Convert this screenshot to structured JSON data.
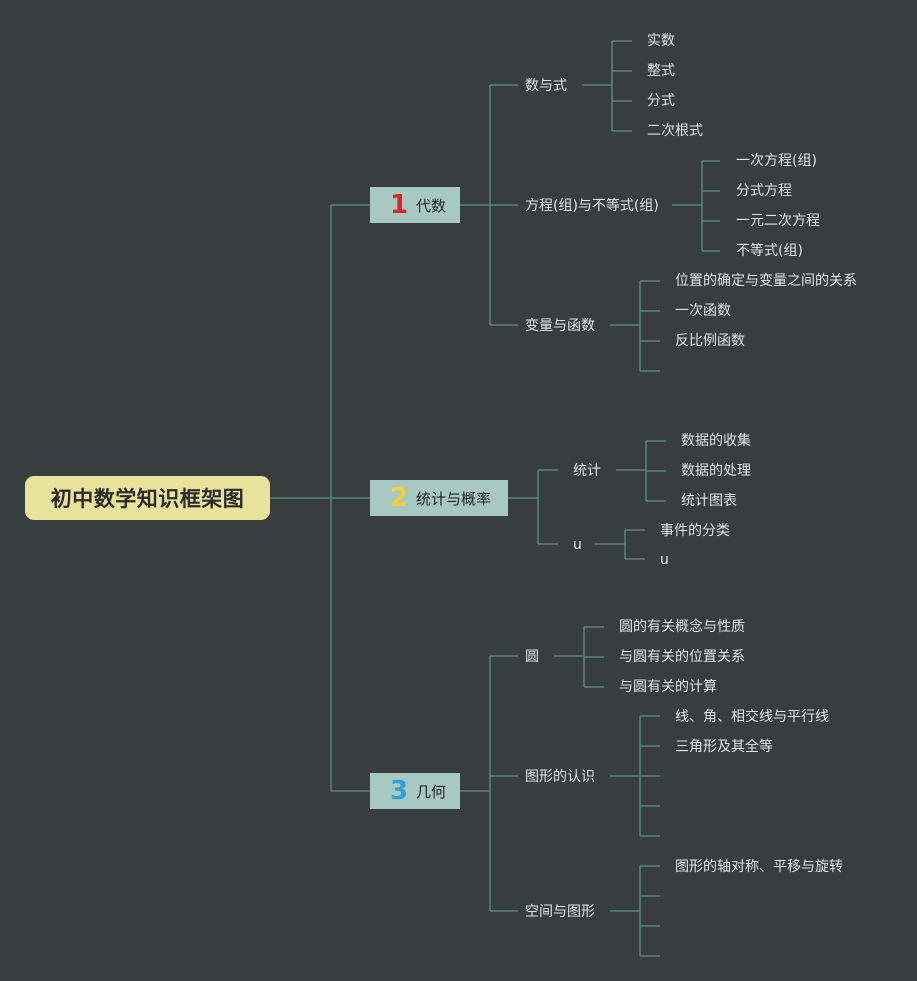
{
  "root": {
    "label": "初中数学知识框架图"
  },
  "colors": {
    "background": "#383d3e",
    "line": "#5e9385",
    "root_fill": "#e9e29d",
    "category_fill": "#a8c8c2",
    "num1": "#d9242c",
    "num2": "#f2d23a",
    "num3": "#2e9fd8",
    "text": "#e4e4e4"
  },
  "categories": [
    {
      "number": "1",
      "label": "代数",
      "groups": [
        {
          "label": "数与式",
          "items": [
            "实数",
            "整式",
            "分式",
            "二次根式"
          ]
        },
        {
          "label": "方程(组)与不等式(组)",
          "items": [
            "一次方程(组)",
            "分式方程",
            "一元二次方程",
            "不等式(组)"
          ]
        },
        {
          "label": "变量与函数",
          "items": [
            "位置的确定与变量之间的关系",
            "一次函数",
            "反比例函数",
            ""
          ]
        }
      ]
    },
    {
      "number": "2",
      "label": "统计与概率",
      "groups": [
        {
          "label": "统计",
          "items": [
            "数据的收集",
            "数据的处理",
            "统计图表"
          ]
        },
        {
          "label": "u",
          "items": [
            "事件的分类",
            "u"
          ]
        }
      ]
    },
    {
      "number": "3",
      "label": "几何",
      "groups": [
        {
          "label": "圆",
          "items": [
            "圆的有关概念与性质",
            "与圆有关的位置关系",
            "与圆有关的计算"
          ]
        },
        {
          "label": "图形的认识",
          "items": [
            "线、角、相交线与平行线",
            "三角形及其全等",
            "",
            "",
            ""
          ]
        },
        {
          "label": "空间与图形",
          "items": [
            "图形的轴对称、平移与旋转",
            "",
            "",
            ""
          ]
        }
      ]
    }
  ]
}
